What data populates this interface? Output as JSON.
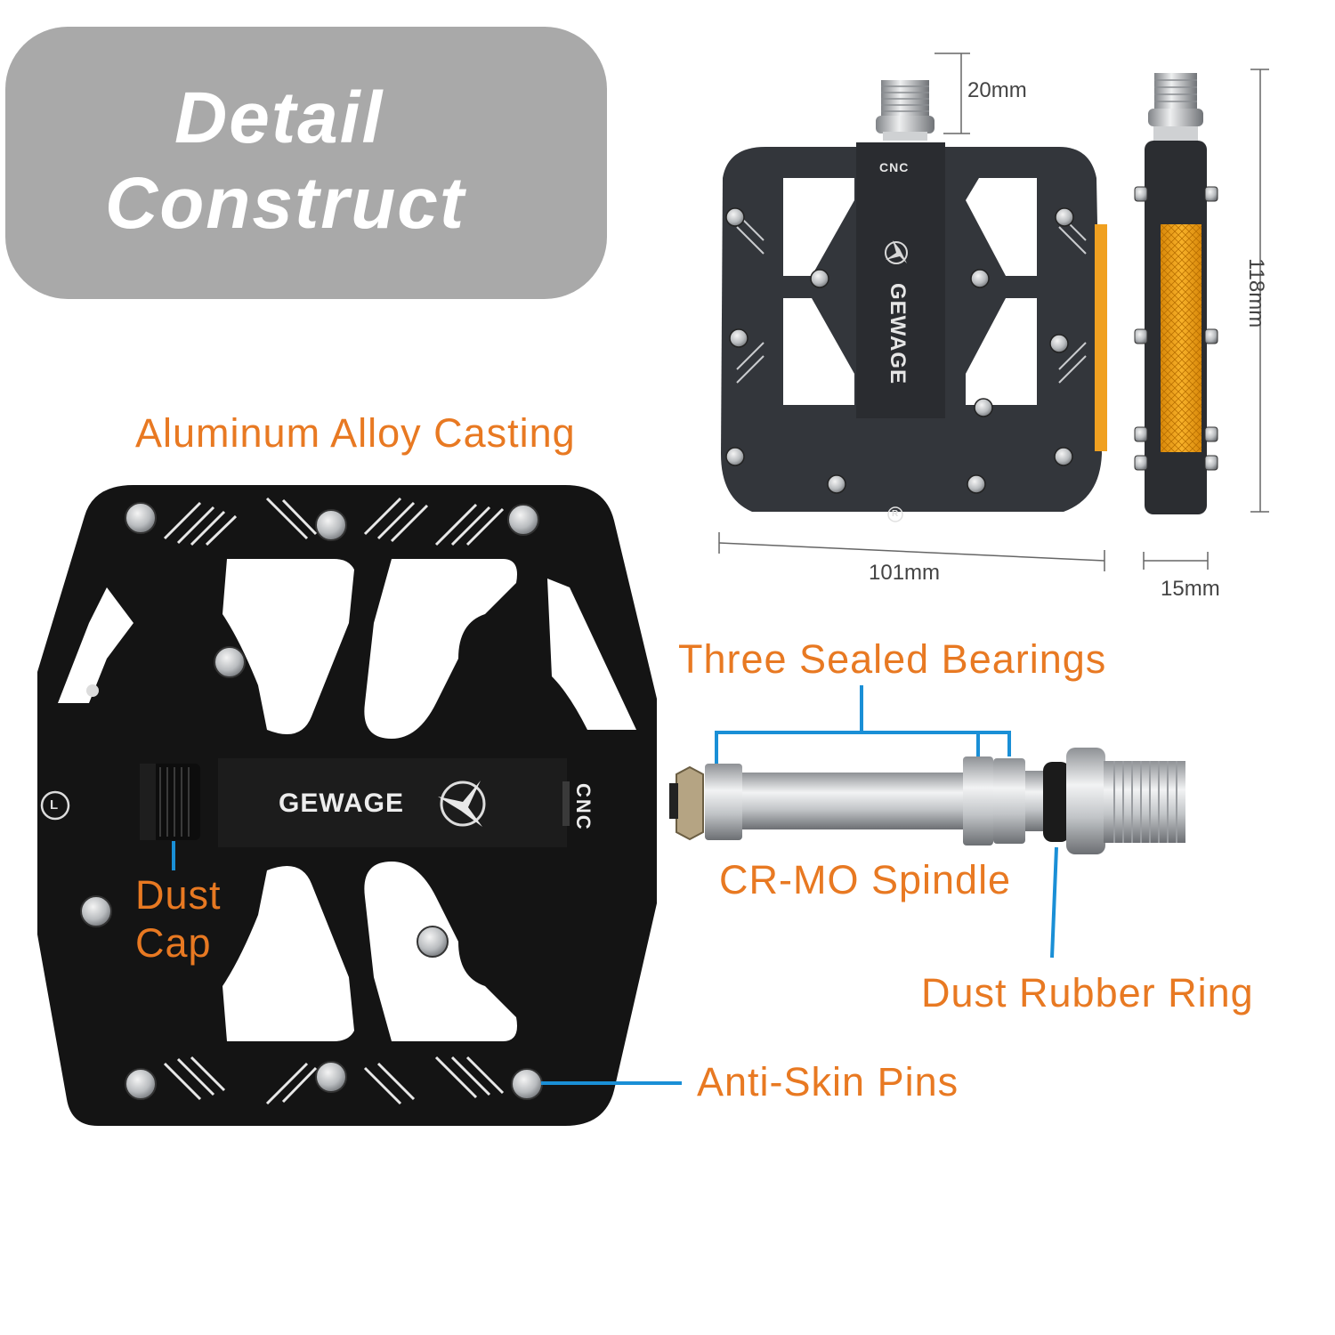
{
  "title": {
    "line1": "Detail",
    "line2": "Construct"
  },
  "labels": {
    "aluminum": "Aluminum Alloy Casting",
    "bearings": "Three Sealed Bearings",
    "spindle": "CR-MO Spindle",
    "dust_cap_line1": "Dust",
    "dust_cap_line2": "Cap",
    "rubber_ring": "Dust Rubber Ring",
    "pins": "Anti-Skin Pins"
  },
  "dimensions": {
    "spindle_thread": "20mm",
    "height": "118mm",
    "width": "101mm",
    "thickness": "15mm"
  },
  "brand": {
    "name": "GEWAGE",
    "cnc": "CNC",
    "mark_l": "L",
    "mark_r": "R"
  },
  "colors": {
    "orange": "#e87922",
    "blue": "#1a8fd6",
    "pedal_black": "#151515",
    "pedal_gray": "#3a3d42",
    "reflector": "#f3a412",
    "title_bg": "#a9a9a9"
  }
}
